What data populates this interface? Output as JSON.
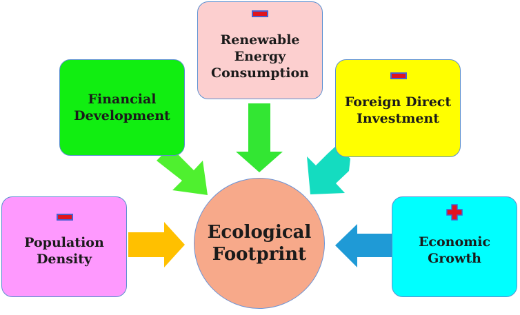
{
  "center": {
    "line1": "Ecological",
    "line2": "Footprint",
    "color": "#f7a98a"
  },
  "factors": {
    "financial": {
      "line1": "Financial",
      "line2": "Development",
      "color": "#11ee11",
      "sign": ""
    },
    "renewable": {
      "line1": "Renewable",
      "line2": "Energy",
      "line3": "Consumption",
      "color": "#fccfcf",
      "sign": "minus"
    },
    "fdi": {
      "line1": "Foreign Direct",
      "line2": "Investment",
      "color": "#ffff00",
      "sign": "minus"
    },
    "population": {
      "line1": "Population",
      "line2": "Density",
      "color": "#fe99fe",
      "sign": "minus"
    },
    "growth": {
      "line1": "Economic",
      "line2": "Growth",
      "color": "#00ffff",
      "sign": "plus"
    }
  },
  "arrow_colors": {
    "financial": "#4ff02f",
    "renewable": "#33e633",
    "fdi": "#14dcc0",
    "population": "#ffc000",
    "growth": "#1f9ad6"
  }
}
